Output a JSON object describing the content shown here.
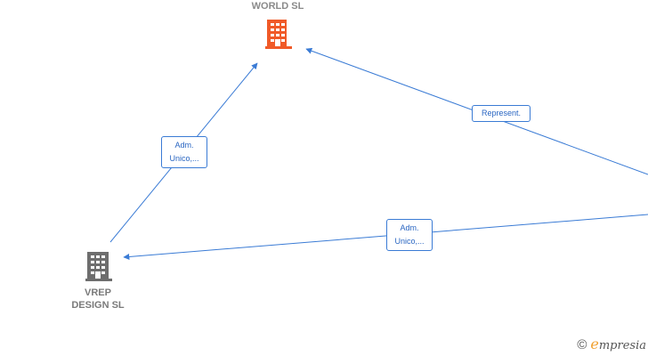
{
  "nodes": [
    {
      "id": "world",
      "label_lines": [
        "WORLD  SL"
      ],
      "kind": "company",
      "color": "#f05a28"
    },
    {
      "id": "vrep",
      "label_lines": [
        "VREP",
        "DESIGN  SL"
      ],
      "kind": "company",
      "color": "#6e6e6e"
    }
  ],
  "edges": [
    {
      "id": "vrep-to-world",
      "label_lines": [
        "Adm.",
        "Unico,..."
      ]
    },
    {
      "id": "right-to-world",
      "label_lines": [
        "Represent."
      ]
    },
    {
      "id": "right-to-vrep",
      "label_lines": [
        "Adm.",
        "Unico,..."
      ]
    }
  ],
  "colors": {
    "edge": "#3a7bd5",
    "edge_text": "#2a66c2"
  },
  "brand": {
    "copyright": "©",
    "first_letter": "e",
    "rest": "mpresia"
  }
}
